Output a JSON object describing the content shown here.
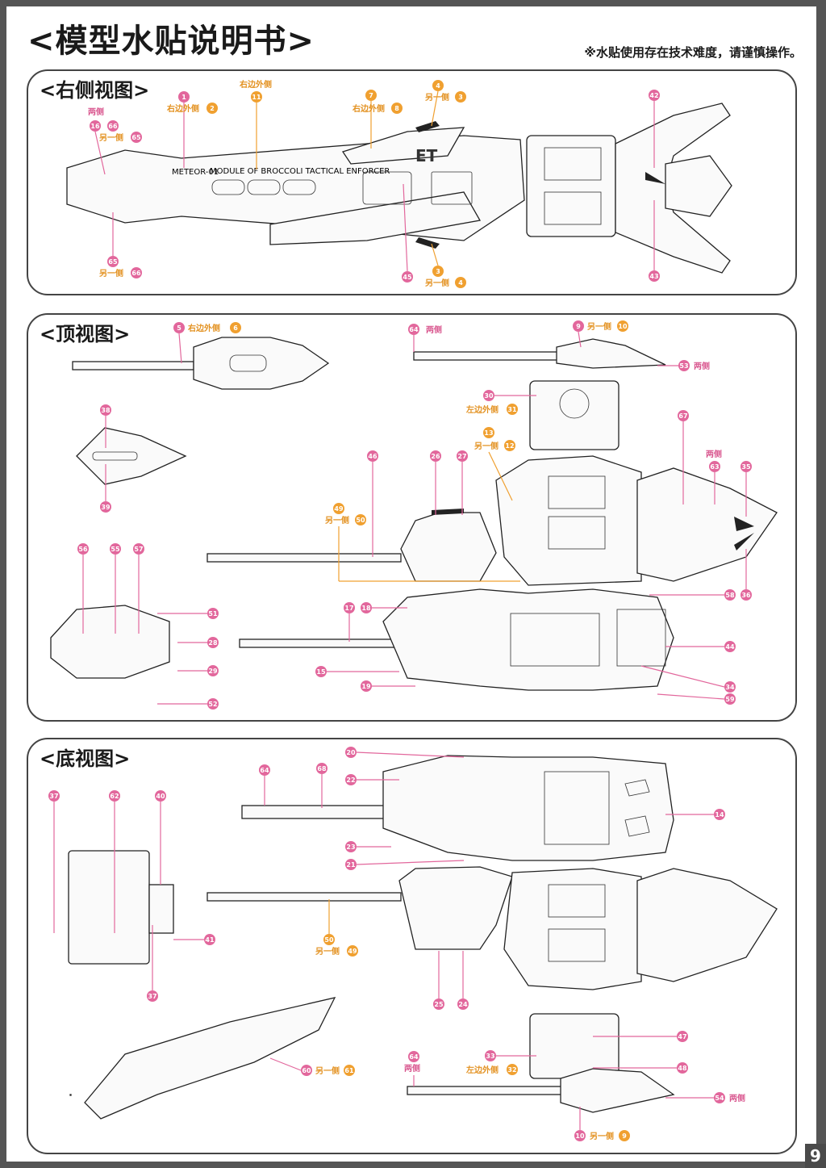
{
  "page": {
    "title": "<模型水贴说明书>",
    "note": "※水贴使用存在技术难度，请谨慎操作。",
    "page_number": "9"
  },
  "sections": {
    "right_view": {
      "title": "<右侧视图>",
      "labels": {
        "right_outer_a": "右边外侧",
        "right_outer_b": "右边外侧",
        "right_outer_c": "右边外侧",
        "both_sides": "两侧",
        "other_side_a": "另一侧",
        "other_side_b": "另一侧",
        "other_side_c": "另一侧",
        "other_side_d": "另一侧"
      },
      "text_on_model": {
        "code": "METEOR-01",
        "name": "MODULE OF BROCCOLI TACTICAL ENFORCER",
        "mark": "ET"
      }
    },
    "top_view": {
      "title": "<顶视图>",
      "labels": {
        "right_outer": "右边外侧",
        "both_64": "两侧",
        "other_side_9": "另一侧",
        "both_53": "两侧",
        "left_outer": "左边外侧",
        "other_side_12": "另一侧",
        "both_63": "两侧",
        "other_side_50": "另一侧"
      }
    },
    "bottom_view": {
      "title": "<底视图>",
      "labels": {
        "other_side_49": "另一侧",
        "other_side_61": "另一侧",
        "both_64": "两侧",
        "left_outer": "左边外侧",
        "both_54": "两侧",
        "other_side_9": "另一侧"
      }
    }
  },
  "callout_numbers": [
    "1",
    "2",
    "3",
    "4",
    "5",
    "6",
    "7",
    "8",
    "9",
    "10",
    "11",
    "12",
    "13",
    "14",
    "15",
    "16",
    "17",
    "18",
    "19",
    "20",
    "21",
    "22",
    "23",
    "24",
    "25",
    "26",
    "27",
    "28",
    "29",
    "30",
    "31",
    "32",
    "33",
    "34",
    "35",
    "36",
    "37",
    "38",
    "39",
    "40",
    "41",
    "42",
    "43",
    "44",
    "45",
    "46",
    "47",
    "48",
    "49",
    "50",
    "51",
    "52",
    "53",
    "54",
    "55",
    "56",
    "57",
    "58",
    "59",
    "60",
    "61",
    "62",
    "63",
    "64",
    "65",
    "66",
    "67",
    "68"
  ],
  "colors": {
    "pink_marker": "#e2679c",
    "orange_marker": "#f0a030",
    "frame": "#555555"
  }
}
